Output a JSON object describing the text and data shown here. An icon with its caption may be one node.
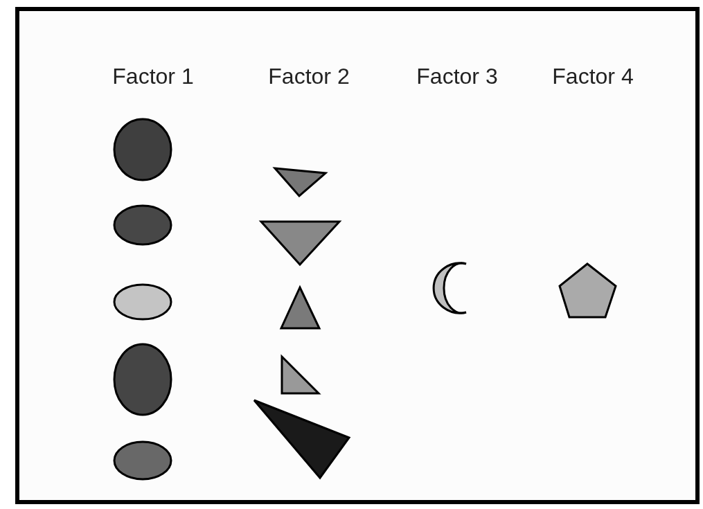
{
  "diagram": {
    "nodes": [
      {
        "text": [],
        "shape": "ellipse"
      },
      {
        "text": [],
        "shape": "ellipse"
      },
      {
        "text": [],
        "shape": "ellipse"
      },
      {
        "text": [],
        "shape": "ellipse"
      },
      {
        "text": [],
        "shape": "ellipse"
      },
      {
        "text": [],
        "shape": "triangle"
      },
      {
        "text": [],
        "shape": "triangle"
      },
      {
        "text": [],
        "shape": "triangle"
      },
      {
        "text": [],
        "shape": "triangle"
      },
      {
        "text": [],
        "shape": "triangle"
      },
      {
        "text": [],
        "shape": "crescent"
      },
      {
        "text": [],
        "shape": "pentagon"
      }
    ],
    "labels": [
      "Factor 1",
      "Factor 2",
      "Factor 3",
      "Factor 4"
    ]
  }
}
